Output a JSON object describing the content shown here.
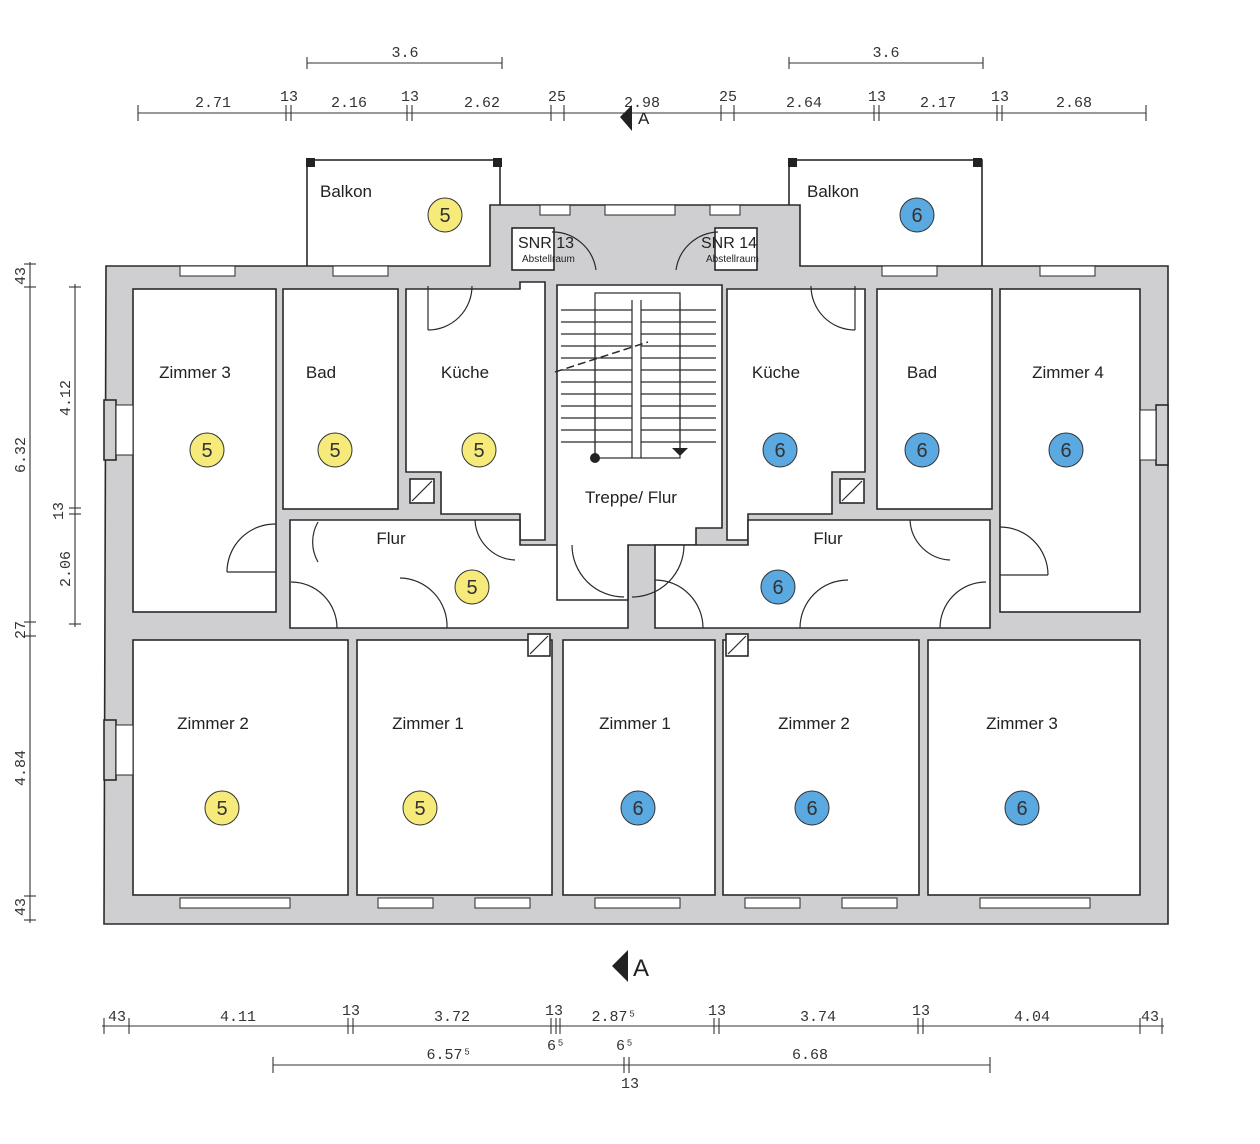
{
  "colors": {
    "unit5": "#f5ea7a",
    "unit6": "#5aa9e0",
    "wall": "#cfcfd2"
  },
  "top_dims": {
    "upper": [
      "3.6",
      "3.6"
    ],
    "lower": [
      "2.71",
      "13",
      "2.16",
      "13",
      "2.62",
      "25",
      "2.98",
      "25",
      "2.64",
      "13",
      "2.17",
      "13",
      "2.68"
    ]
  },
  "left_dims": {
    "outer": [
      "43",
      "6.32",
      "27",
      "4.84",
      "43"
    ],
    "inner": [
      "4.12",
      "13",
      "2.06"
    ]
  },
  "bottom_dims": {
    "row1": [
      "43",
      "4.11",
      "13",
      "3.72",
      "13",
      "2.87⁵",
      "13",
      "3.74",
      "13",
      "4.04",
      "43"
    ],
    "row1_sub": [
      "6⁵",
      "6⁵"
    ],
    "row2": [
      "6.57⁵",
      "6.68"
    ],
    "row2_sub": "13"
  },
  "section_marker": "A",
  "rooms": {
    "balkon_left": "Balkon",
    "balkon_right": "Balkon",
    "zimmer3_left": "Zimmer 3",
    "bad_left": "Bad",
    "kueche_left": "Küche",
    "kueche_right": "Küche",
    "bad_right": "Bad",
    "zimmer4_right": "Zimmer 4",
    "treppe": "Treppe/ Flur",
    "flur_left": "Flur",
    "flur_right": "Flur",
    "zimmer2_left": "Zimmer 2",
    "zimmer1_left": "Zimmer 1",
    "zimmer1_right": "Zimmer 1",
    "zimmer2_right": "Zimmer 2",
    "zimmer3_right": "Zimmer 3"
  },
  "storage": {
    "left_code": "SNR 13",
    "left_label": "Abstellraum",
    "right_code": "SNR 14",
    "right_label": "Abstellraum"
  },
  "unit_badges": {
    "left": "5",
    "right": "6"
  }
}
